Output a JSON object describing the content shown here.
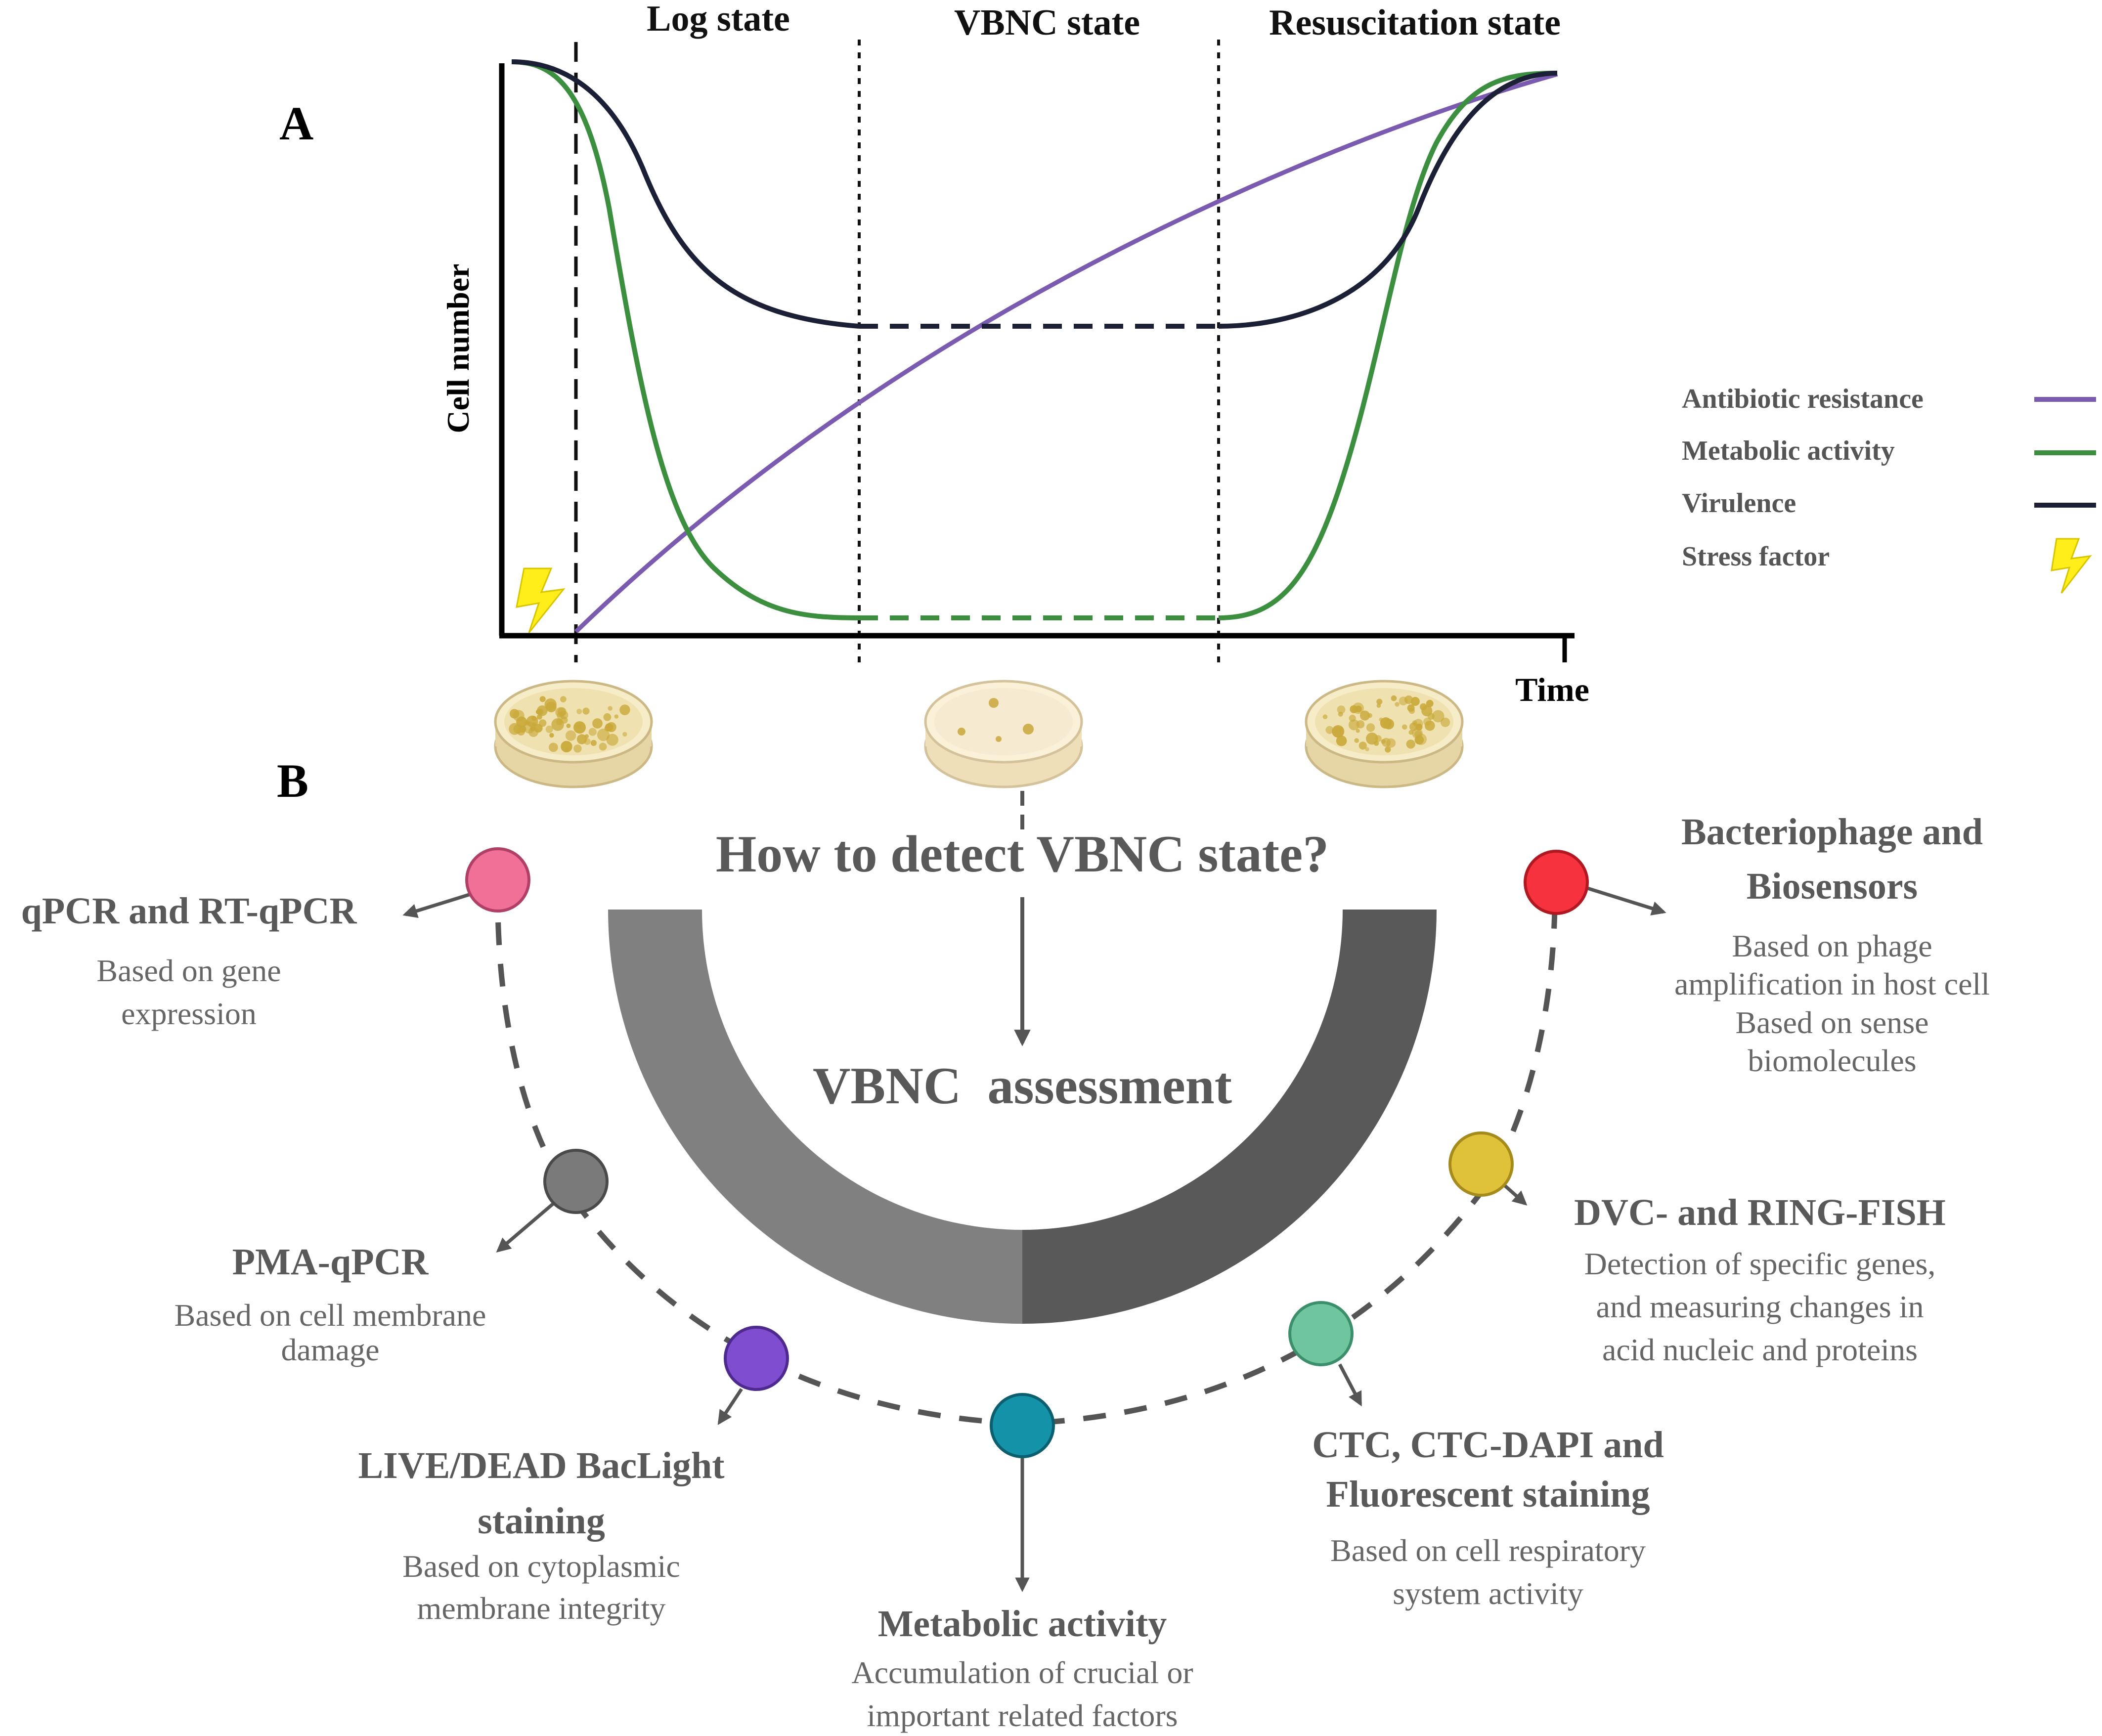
{
  "panel_a": {
    "label": "A",
    "phases": [
      "Log state",
      "VBNC state",
      "Resuscitation state"
    ],
    "y_axis_label": "Cell number",
    "x_axis_label": "Time",
    "legend": [
      {
        "label": "Antibiotic resistance",
        "color": "#7b5bb0",
        "icon": "line"
      },
      {
        "label": "Metabolic activity",
        "color": "#3c8f3f",
        "icon": "line"
      },
      {
        "label": "Virulence",
        "color": "#1b2036",
        "icon": "line"
      },
      {
        "label": "Stress factor",
        "color": "#ffee1a",
        "icon": "lightning-bolt-icon"
      }
    ]
  },
  "panel_b": {
    "label": "B",
    "question": "How to detect VBNC state?",
    "center_label": "VBNC  assessment",
    "methods": [
      {
        "title": [
          "qPCR and RT-qPCR"
        ],
        "desc": [
          "Based on gene",
          "expression"
        ],
        "color": "#f07098"
      },
      {
        "title": [
          "PMA-qPCR"
        ],
        "desc": [
          "Based on cell membrane",
          "damage"
        ],
        "color": "#7a7a7a"
      },
      {
        "title": [
          "LIVE/DEAD BacLight",
          "staining"
        ],
        "desc": [
          "Based on cytoplasmic",
          "membrane integrity"
        ],
        "color": "#7e4dd0"
      },
      {
        "title": [
          "Metabolic activity"
        ],
        "desc": [
          "Accumulation of crucial or",
          "important related factors"
        ],
        "color": "#1392a8"
      },
      {
        "title": [
          "CTC, CTC-DAPI and",
          "Fluorescent staining"
        ],
        "desc": [
          "Based on cell respiratory",
          "system activity"
        ],
        "color": "#6ec59e"
      },
      {
        "title": [
          "DVC- and RING-FISH"
        ],
        "desc": [
          "Detection of specific genes,",
          "and measuring changes in",
          "acid nucleic and proteins"
        ],
        "color": "#e0c23a"
      },
      {
        "title": [
          "Bacteriophage and",
          "Biosensors"
        ],
        "desc": [
          "Based on phage",
          "amplification in host cell",
          "Based on sense",
          "biomolecules"
        ],
        "color": "#f6323e"
      }
    ]
  }
}
